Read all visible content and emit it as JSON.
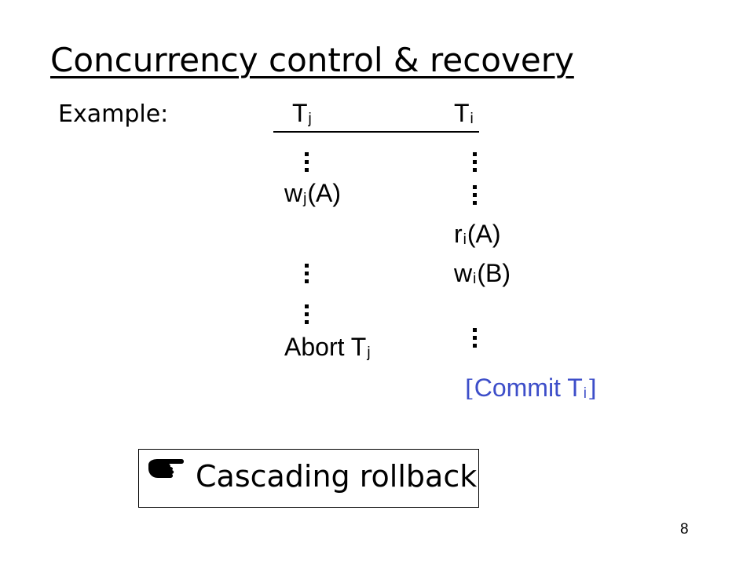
{
  "slide": {
    "title": "Concurrency control & recovery",
    "example_label": "Example:",
    "page_number": "8"
  },
  "columns": {
    "tj": {
      "letter": "T",
      "sub": "j"
    },
    "ti": {
      "letter": "T",
      "sub": "i"
    }
  },
  "tj_ops": {
    "write": {
      "op": "w",
      "sub": "j",
      "arg": "(A)"
    },
    "abort": {
      "op": "Abort T",
      "sub": "j"
    }
  },
  "ti_ops": {
    "read": {
      "op": "r",
      "sub": "i",
      "arg": "(A)"
    },
    "write": {
      "op": "w",
      "sub": "i",
      "arg": "(B)"
    },
    "commit": {
      "open": "[",
      "op": "Commit T",
      "sub": "i",
      "close": "]"
    }
  },
  "callout": {
    "icon": "pointing-hand-icon",
    "label": "Cascading rollback"
  },
  "colors": {
    "commit_text": "#3d4ec9",
    "text": "#000000"
  }
}
